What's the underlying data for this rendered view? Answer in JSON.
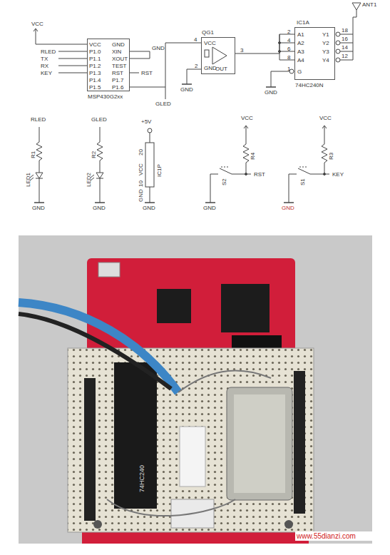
{
  "diagram": {
    "nodes": [
      {
        "text": [
          "MSP430G2xx"
        ]
      },
      {
        "text": [
          "QG1"
        ]
      },
      {
        "text": [
          "IC1A",
          "74HC240N"
        ]
      }
    ],
    "edges": [
      {
        "from": 0,
        "to": 1,
        "arrow": "none"
      },
      {
        "from": 1,
        "to": 2,
        "arrow": "none"
      }
    ],
    "labels": [
      "VCC",
      "RLED",
      "TX",
      "RX",
      "KEY",
      "VCC",
      "P1.0",
      "P1.1",
      "P1.2",
      "P1.3",
      "P1.4",
      "P1.5",
      "GND",
      "XIN",
      "XOUT",
      "TEST",
      "RST",
      "P1.7",
      "P1.6",
      "GND",
      "RST",
      "GLED",
      "4",
      "VCC",
      "2",
      "GND",
      "OUT",
      "3",
      "GND",
      "A1",
      "A2",
      "A3",
      "A4",
      "G",
      "2",
      "4",
      "6",
      "8",
      "1",
      "Y1",
      "Y2",
      "Y3",
      "Y4",
      "18",
      "16",
      "14",
      "12",
      "ANT1",
      "GND",
      "RLED",
      "R1",
      "LED1",
      "GND",
      "GLED",
      "R2",
      "LED2",
      "GND",
      "+5V",
      "20",
      "VCC",
      "IC1P",
      "10",
      "GND",
      "GND",
      "VCC",
      "R4",
      "S2",
      "RST",
      "GND",
      "VCC",
      "R3",
      "S1",
      "KEY",
      "GND",
      "74HC240",
      "www.55dianzi.com"
    ]
  }
}
